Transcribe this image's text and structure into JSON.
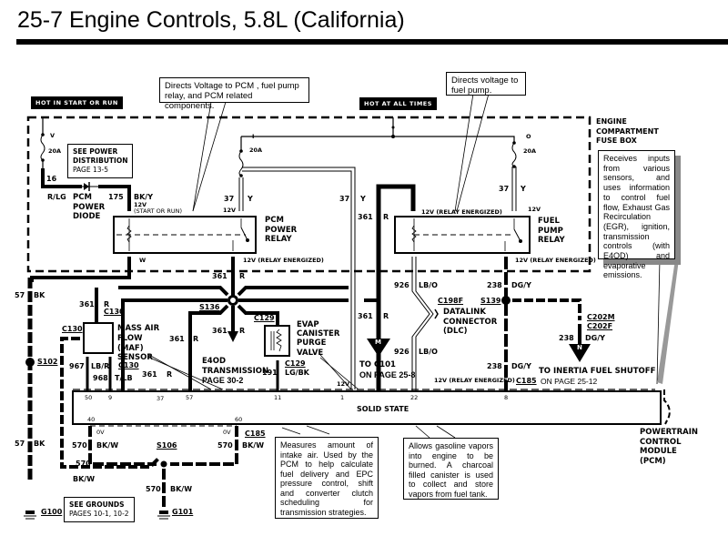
{
  "title": "25-7 Engine Controls, 5.8L (California)",
  "hot_labels": {
    "start_run": "HOT IN START OR RUN",
    "all_times": "HOT AT ALL TIMES"
  },
  "fuse_box_label": [
    "ENGINE",
    "COMPARTMENT",
    "FUSE BOX"
  ],
  "fuses": [
    {
      "id": "V",
      "rating": "20A"
    },
    {
      "id": "I",
      "rating": "20A"
    },
    {
      "id": "O",
      "rating": "20A"
    }
  ],
  "see_power": {
    "line1": "SEE POWER",
    "line2": "DISTRIBUTION",
    "line3": "PAGE 13-5"
  },
  "see_grounds": {
    "line1": "SEE GROUNDS",
    "line2": "PAGES 10-1, 10-2"
  },
  "notes": {
    "pcm_relay": "Directs Voltage to PCM , fuel pump relay, and PCM related components.",
    "fuel_pump": "Directs voltage to fuel pump.",
    "pcm": "Receives inputs from various sensors, and uses information to control fuel flow, Exhaust Gas Recirculation (EGR), ignition, transmission controls (with E4OD) and evaporative emissions.",
    "maf": "Measures amount of intake air. Used by the PCM to help calculate fuel delivery and EPC pressure control, shift and converter clutch scheduling for transmission strategies.",
    "evap": "Allows gasoline vapors into engine to be burned. A charcoal filled canister is used to collect and store vapors from fuel tank."
  },
  "components": {
    "pcm_diode": [
      "PCM",
      "POWER",
      "DIODE"
    ],
    "pcm_relay": [
      "PCM",
      "POWER",
      "RELAY"
    ],
    "fuel_pump_relay": [
      "FUEL",
      "PUMP",
      "RELAY"
    ],
    "maf": [
      "MASS AIR",
      "FLOW",
      "(MAF)",
      "SENSOR"
    ],
    "evap": [
      "EVAP",
      "CANISTER",
      "PURGE",
      "VALVE"
    ],
    "dlc": [
      "DATALINK",
      "CONNECTOR",
      "(DLC)"
    ],
    "pcm": [
      "POWERTRAIN",
      "CONTROL",
      "MODULE",
      "(PCM)"
    ],
    "pcm_state": "SOLID STATE",
    "e4od": [
      "E4OD",
      "TRANSMISSION",
      "PAGE 30-2"
    ],
    "to_c101": [
      "TO C101",
      "ON PAGE 25-8"
    ],
    "to_inertia": [
      "TO INERTIA FUEL SHUTOFF",
      "ON PAGE 25-12"
    ]
  },
  "voltage_labels": {
    "start_run": "12V",
    "start_run_sub": "(START OR RUN)",
    "relay_energized": "12V (RELAY ENERGIZED)",
    "v12": "12V",
    "ov": "0V"
  },
  "connectors": {
    "m": "M",
    "n": "N",
    "c130": "C130",
    "c129": "C129",
    "c198f": "C198F",
    "c202m": "C202M",
    "c202f": "C202F",
    "c185": "C185",
    "s102": "S102",
    "s106": "S106",
    "s136": "S136",
    "s139": "S139",
    "g100": "G100",
    "g101": "G101"
  },
  "wires": [
    {
      "circuit": "16",
      "color": "R/LG"
    },
    {
      "circuit": "175",
      "color": "BK/Y"
    },
    {
      "circuit": "37",
      "color": "Y"
    },
    {
      "circuit": "361",
      "color": "R"
    },
    {
      "circuit": "57",
      "color": "BK"
    },
    {
      "circuit": "967",
      "color": "LB/R"
    },
    {
      "circuit": "968",
      "color": "T/LB"
    },
    {
      "circuit": "191",
      "color": "LG/BK"
    },
    {
      "circuit": "926",
      "color": "LB/O"
    },
    {
      "circuit": "238",
      "color": "DG/Y"
    },
    {
      "circuit": "570",
      "color": "BK/W"
    }
  ],
  "pcm_pins_top": [
    "50",
    "9",
    "37",
    "57",
    "11",
    "1",
    "22",
    "8"
  ],
  "pcm_pins_bottom": [
    "40",
    "60"
  ],
  "misc": {
    "w": "W"
  }
}
